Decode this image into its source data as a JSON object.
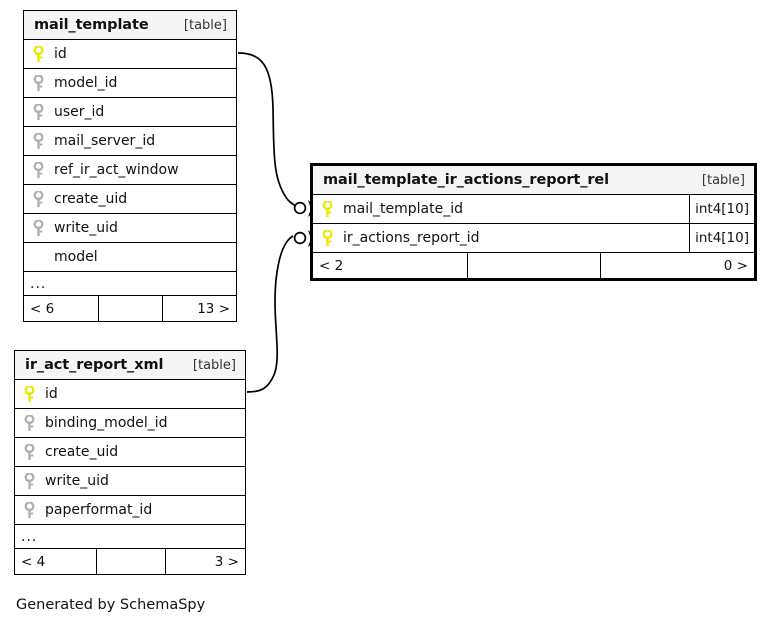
{
  "diagram": {
    "caption": "Generated by SchemaSpy",
    "kind_label": "[table]",
    "ellipsis": "...",
    "pk_icon": "primary-key-icon",
    "fk_icon": "foreign-key-icon",
    "colors": {
      "primary_key": "#e8e800",
      "foreign_key": "#b0b0b0",
      "header_bg": "#f5f5f5",
      "border": "#000000",
      "background": "#ffffff",
      "text": "#111111"
    }
  },
  "tables": [
    {
      "id": "mail_template",
      "name": "mail_template",
      "kind": "[table]",
      "emphasis": false,
      "columns": [
        {
          "name": "id",
          "key": "pk",
          "type": ""
        },
        {
          "name": "model_id",
          "key": "fk",
          "type": ""
        },
        {
          "name": "user_id",
          "key": "fk",
          "type": ""
        },
        {
          "name": "mail_server_id",
          "key": "fk",
          "type": ""
        },
        {
          "name": "ref_ir_act_window",
          "key": "fk",
          "type": ""
        },
        {
          "name": "create_uid",
          "key": "fk",
          "type": ""
        },
        {
          "name": "write_uid",
          "key": "fk",
          "type": ""
        },
        {
          "name": "model",
          "key": "none",
          "type": ""
        }
      ],
      "has_ellipsis": true,
      "footer": {
        "left": "< 6",
        "mid": "",
        "right": "13 >"
      }
    },
    {
      "id": "mail_template_ir_actions_report_rel",
      "name": "mail_template_ir_actions_report_rel",
      "kind": "[table]",
      "emphasis": true,
      "columns": [
        {
          "name": "mail_template_id",
          "key": "pk",
          "type": "int4[10]"
        },
        {
          "name": "ir_actions_report_id",
          "key": "pk",
          "type": "int4[10]"
        }
      ],
      "has_ellipsis": false,
      "footer": {
        "left": "< 2",
        "mid": "",
        "right": "0 >"
      }
    },
    {
      "id": "ir_act_report_xml",
      "name": "ir_act_report_xml",
      "kind": "[table]",
      "emphasis": false,
      "columns": [
        {
          "name": "id",
          "key": "pk",
          "type": ""
        },
        {
          "name": "binding_model_id",
          "key": "fk",
          "type": ""
        },
        {
          "name": "create_uid",
          "key": "fk",
          "type": ""
        },
        {
          "name": "write_uid",
          "key": "fk",
          "type": ""
        },
        {
          "name": "paperformat_id",
          "key": "fk",
          "type": ""
        }
      ],
      "has_ellipsis": true,
      "footer": {
        "left": "< 4",
        "mid": "",
        "right": "3 >"
      }
    }
  ],
  "relationships": [
    {
      "id": "rel-mail-template",
      "from_table": "mail_template",
      "from_column": "id",
      "to_table": "mail_template_ir_actions_report_rel",
      "to_column": "mail_template_id",
      "from_cardinality": "zero-or-one",
      "to_cardinality": "many"
    },
    {
      "id": "rel-ir-act-report-xml",
      "from_table": "ir_act_report_xml",
      "from_column": "id",
      "to_table": "mail_template_ir_actions_report_rel",
      "to_column": "ir_actions_report_id",
      "from_cardinality": "zero-or-one",
      "to_cardinality": "many"
    }
  ]
}
